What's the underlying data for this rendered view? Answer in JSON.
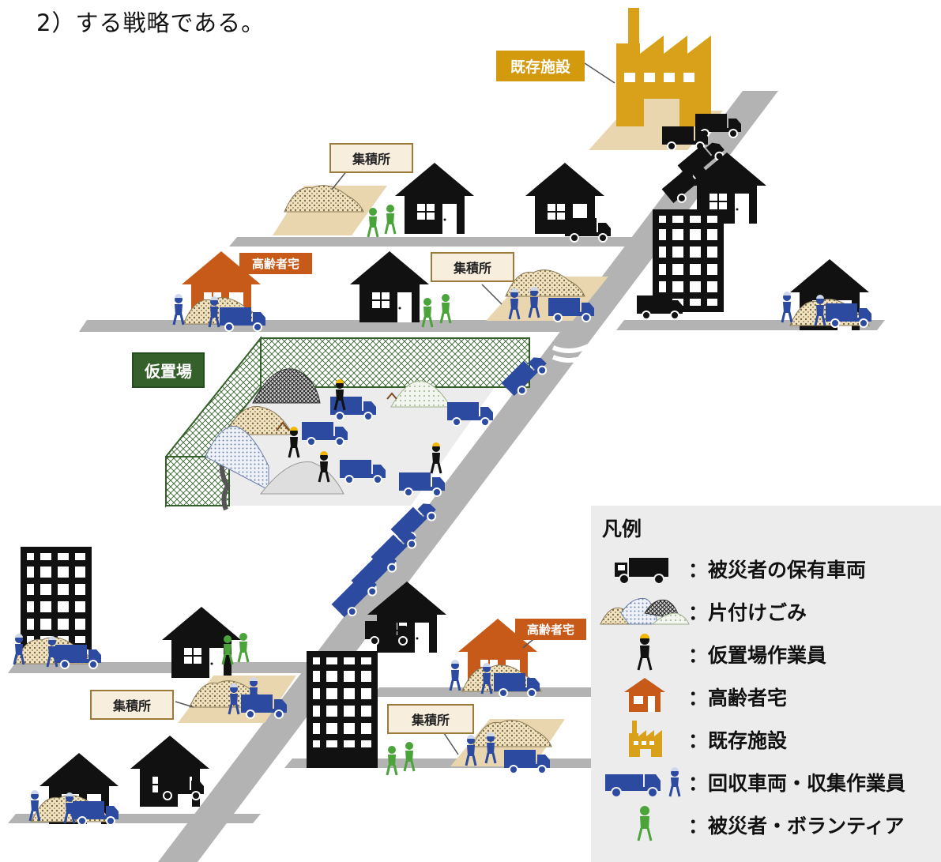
{
  "intro_text": "2）する戦略である。",
  "labels": {
    "facility": "既存施設",
    "collection_point": "集積所",
    "elderly_home": "高齢者宅",
    "temporary_site": "仮置場"
  },
  "legend": {
    "title": "凡例",
    "items": [
      {
        "icon": "private-truck-icon",
        "label": "：被災者の保有車両"
      },
      {
        "icon": "debris-pile-icon",
        "label": "：片付けごみ"
      },
      {
        "icon": "site-worker-icon",
        "label": "：仮置場作業員"
      },
      {
        "icon": "elderly-house-icon",
        "label": "：高齢者宅"
      },
      {
        "icon": "factory-icon",
        "label": "：既存施設"
      },
      {
        "icon": "collection-truck-worker-icon",
        "label": "：回収車両・収集作業員"
      },
      {
        "icon": "volunteer-icon",
        "label": "：被災者・ボランティア"
      }
    ]
  },
  "colors": {
    "road": "#b3b3b3",
    "black": "#111111",
    "truck_blue": "#2b4aa0",
    "volunteer_green": "#4aa43a",
    "elderly_orange": "#c85a19",
    "facility_gold": "#d9a11a",
    "lot_tan": "#e9d6ae",
    "fence_green": "#35602c",
    "legend_bg": "#ececec"
  }
}
